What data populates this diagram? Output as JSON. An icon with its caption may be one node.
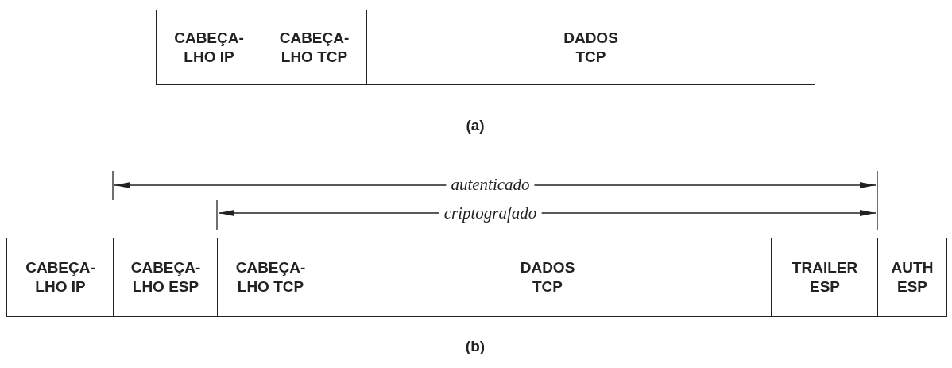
{
  "diagram": {
    "nodes": [
      {
        "text": [
          "CABEÇA- LHO IP"
        ]
      },
      {
        "text": [
          "CABEÇA- LHO TCP"
        ]
      },
      {
        "text": [
          "DADOS TCP"
        ]
      },
      {
        "text": [
          "CABEÇA- LHO IP"
        ]
      },
      {
        "text": [
          "CABEÇA- LHO ESP"
        ]
      },
      {
        "text": [
          "CABEÇA- LHO TCP"
        ]
      },
      {
        "text": [
          "DADOS TCP"
        ]
      },
      {
        "text": [
          "TRAILER ESP"
        ]
      },
      {
        "text": [
          "AUTH ESP"
        ]
      }
    ],
    "edges": [],
    "labels": [
      "(a)",
      "autenticado",
      "criptografado",
      "(b)"
    ]
  }
}
